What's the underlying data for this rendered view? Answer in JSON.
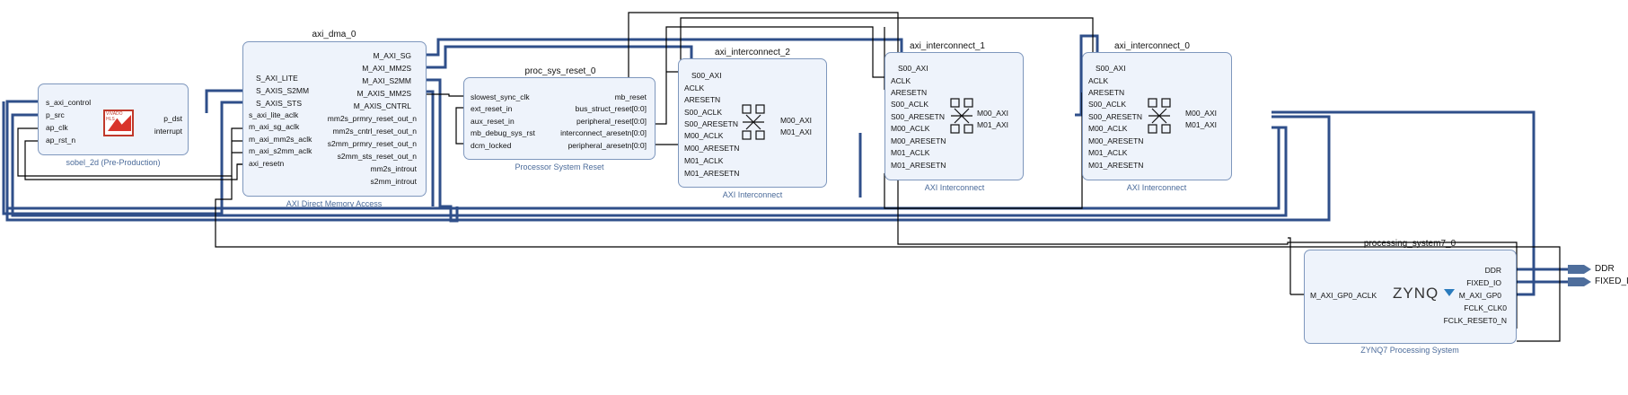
{
  "colors": {
    "block_fill": "#eef3fb",
    "block_border": "#7e97bd",
    "bus_wire": "#2f4f8a",
    "net_wire": "#000000",
    "subtitle": "#4b6b9a",
    "port_fill": "#4e6e9c"
  },
  "icons": {
    "hls_logo": "hls-logo-icon",
    "crossbar": "crossbar-icon",
    "zynq_logo": "zynq-logo-icon",
    "external_port": "external-port-arrow-icon"
  },
  "blocks": {
    "hls": {
      "title": "hls_sobel_axi_stream_0",
      "subtitle": "sobel_2d (Pre-Production)",
      "left_pins": [
        "s_axi_control",
        "p_src",
        "ap_clk",
        "ap_rst_n"
      ],
      "right_pins": [
        "p_dst",
        "interrupt"
      ],
      "logo_text": "VIVADO HLS"
    },
    "dma": {
      "title": "axi_dma_0",
      "subtitle": "AXI Direct Memory Access",
      "left_pins": [
        "S_AXI_LITE",
        "S_AXIS_S2MM",
        "S_AXIS_STS",
        "s_axi_lite_aclk",
        "m_axi_sg_aclk",
        "m_axi_mm2s_aclk",
        "m_axi_s2mm_aclk",
        "axi_resetn"
      ],
      "right_pins": [
        "M_AXI_SG",
        "M_AXI_MM2S",
        "M_AXI_S2MM",
        "M_AXIS_MM2S",
        "M_AXIS_CNTRL",
        "mm2s_prmry_reset_out_n",
        "mm2s_cntrl_reset_out_n",
        "s2mm_prmry_reset_out_n",
        "s2mm_sts_reset_out_n",
        "mm2s_introut",
        "s2mm_introut"
      ]
    },
    "reset": {
      "title": "proc_sys_reset_0",
      "subtitle": "Processor System Reset",
      "left_pins": [
        "slowest_sync_clk",
        "ext_reset_in",
        "aux_reset_in",
        "mb_debug_sys_rst",
        "dcm_locked"
      ],
      "right_pins": [
        "mb_reset",
        "bus_struct_reset[0:0]",
        "peripheral_reset[0:0]",
        "interconnect_aresetn[0:0]",
        "peripheral_aresetn[0:0]"
      ]
    },
    "ic2": {
      "title": "axi_interconnect_2",
      "subtitle": "AXI Interconnect",
      "left_pins": [
        "S00_AXI",
        "ACLK",
        "ARESETN",
        "S00_ACLK",
        "S00_ARESETN",
        "M00_ACLK",
        "M00_ARESETN",
        "M01_ACLK",
        "M01_ARESETN"
      ],
      "right_pins": [
        "M00_AXI",
        "M01_AXI"
      ]
    },
    "ic1": {
      "title": "axi_interconnect_1",
      "subtitle": "AXI Interconnect",
      "left_pins": [
        "S00_AXI",
        "ACLK",
        "ARESETN",
        "S00_ACLK",
        "S00_ARESETN",
        "M00_ACLK",
        "M00_ARESETN",
        "M01_ACLK",
        "M01_ARESETN"
      ],
      "right_pins": [
        "M00_AXI",
        "M01_AXI"
      ]
    },
    "ic0": {
      "title": "axi_interconnect_0",
      "subtitle": "AXI Interconnect",
      "left_pins": [
        "S00_AXI",
        "ACLK",
        "ARESETN",
        "S00_ACLK",
        "S00_ARESETN",
        "M00_ACLK",
        "M00_ARESETN",
        "M01_ACLK",
        "M01_ARESETN"
      ],
      "right_pins": [
        "M00_AXI",
        "M01_AXI"
      ]
    },
    "ps": {
      "title": "processing_system7_0",
      "subtitle": "ZYNQ7 Processing System",
      "left_pins": [
        "M_AXI_GP0_ACLK"
      ],
      "right_pins": [
        "DDR",
        "FIXED_IO",
        "M_AXI_GP0",
        "FCLK_CLK0",
        "FCLK_RESET0_N"
      ],
      "logo_text": "ZYNQ"
    }
  },
  "external_ports": [
    "DDR",
    "FIXED_IO"
  ]
}
